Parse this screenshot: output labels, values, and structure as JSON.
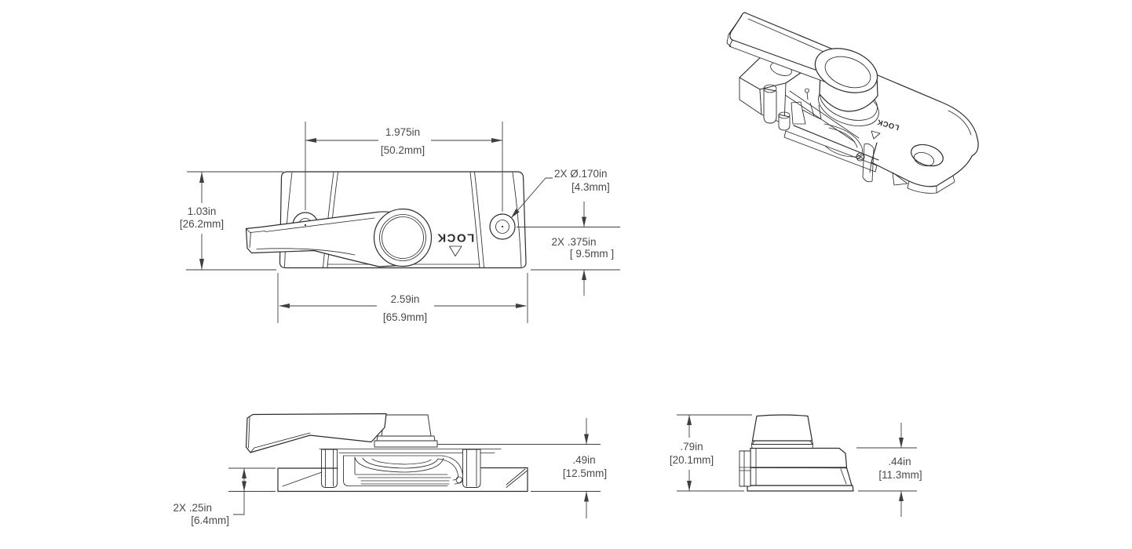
{
  "page": {
    "background": "#ffffff"
  },
  "drawing": {
    "type": "technical-drawing",
    "subject": "window sash lock",
    "line_color": "#2c2c2e",
    "text_color": "#4a4a4c",
    "front_view": {
      "lock_label": "LOCK",
      "dim_hole_spacing_in": "1.975in",
      "dim_hole_spacing_mm": "[50.2mm]",
      "dim_height_in": "1.03in",
      "dim_height_mm": "[26.2mm]",
      "dim_hole_dia_in": "2X Ø.170in",
      "dim_hole_dia_mm": "[4.3mm]",
      "dim_hole_offset_in": "2X .375in",
      "dim_hole_offset_mm": "[ 9.5mm ]",
      "dim_width_in": "2.59in",
      "dim_width_mm": "[65.9mm]"
    },
    "side_view": {
      "dim_height_in": ".49in",
      "dim_height_mm": "[12.5mm]",
      "dim_base_in": "2X .25in",
      "dim_base_mm": "[6.4mm]"
    },
    "end_view": {
      "dim_height_in": ".79in",
      "dim_height_mm": "[20.1mm]",
      "dim_body_in": ".44in",
      "dim_body_mm": "[11.3mm]"
    },
    "iso_view": {
      "lock_label": "LOCK"
    }
  }
}
